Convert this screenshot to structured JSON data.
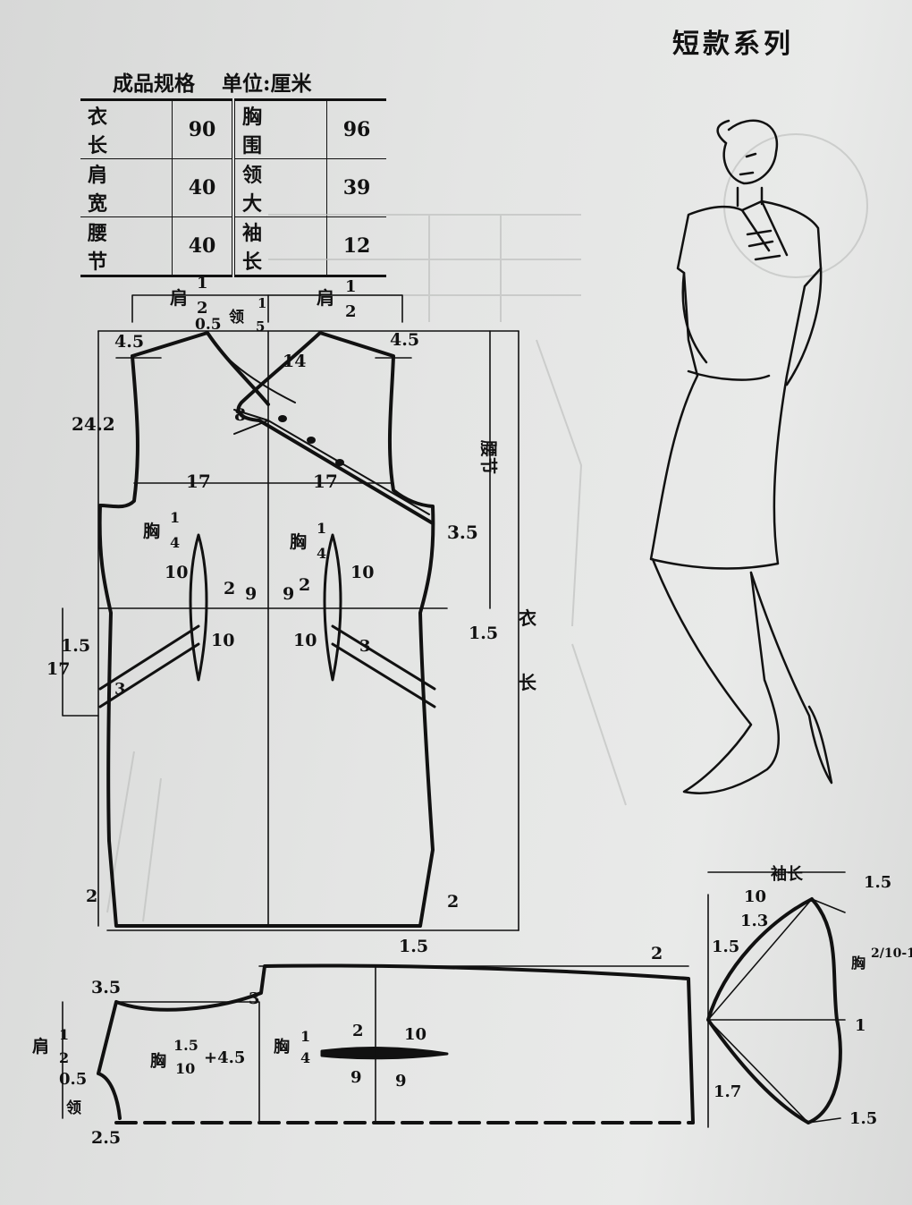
{
  "series_title": "短款系列",
  "spec": {
    "caption": "成品规格",
    "unit": "单位:厘米",
    "rows": [
      {
        "l1": "衣长",
        "v1": "90",
        "l2": "胸围",
        "v2": "96"
      },
      {
        "l1": "肩宽",
        "v1": "40",
        "l2": "领大",
        "v2": "39"
      },
      {
        "l1": "腰节",
        "v1": "40",
        "l2": "袖长",
        "v2": "12"
      }
    ]
  },
  "labels": {
    "shoulder": "肩",
    "neck": "领",
    "chest": "胸",
    "waist": "腰节",
    "body_len": "衣",
    "body_len2": "长",
    "sleeve_len": "袖长",
    "plus": "+4.5"
  },
  "numbers": {
    "n_1": "1",
    "n_2": "2",
    "n_3": "3",
    "n_4": "4",
    "n_5": "5",
    "n_10": "10",
    "n_0_5": "0.5",
    "n_4_5": "4.5",
    "n_14": "14",
    "n_24_2": "24.2",
    "n_8": "8",
    "n_17": "17",
    "n_3_5": "3.5",
    "n_9": "9",
    "n_1_5": "1.5",
    "n_1_3": "1.3",
    "n_1_7": "1.7",
    "n_2_5": "2.5",
    "n_2_10_1": "2/10-1"
  },
  "colors": {
    "paper": "#e4e5e4",
    "ink": "#111111",
    "ghost": "#b9bab9"
  }
}
